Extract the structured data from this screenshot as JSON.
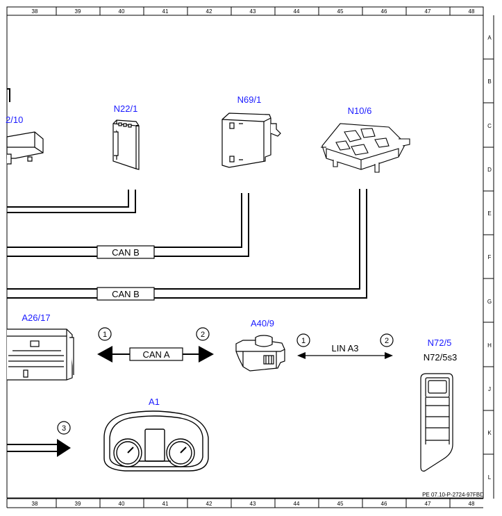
{
  "grid": {
    "columns": [
      "38",
      "39",
      "40",
      "41",
      "42",
      "43",
      "44",
      "45",
      "46",
      "47",
      "48"
    ],
    "rows": [
      "A",
      "B",
      "C",
      "D",
      "E",
      "F",
      "G",
      "H",
      "J",
      "K",
      "L"
    ]
  },
  "components": {
    "n2_10": "2/10",
    "n22_1": "N22/1",
    "n69_1": "N69/1",
    "n10_6": "N10/6",
    "a26_17": "A26/17",
    "a40_9": "A40/9",
    "n72_5": "N72/5",
    "n72_5s3": "N72/5s3",
    "a1": "A1"
  },
  "buses": {
    "can_b_1": "CAN B",
    "can_b_2": "CAN B",
    "can_a": "CAN A",
    "lin_a3": "LIN A3"
  },
  "markers": {
    "m1_left": "1",
    "m2_left": "2",
    "m1_right": "1",
    "m2_right": "2",
    "m3": "3"
  },
  "reference": "PE 07.10-P-2724-97FBD",
  "colors": {
    "label_blue": "#1a1aff",
    "line_black": "#000000"
  }
}
